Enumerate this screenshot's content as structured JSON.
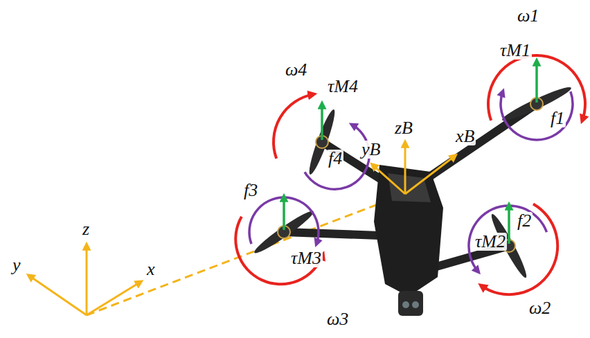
{
  "diagram": {
    "labels": [
      "ω1",
      "τM1",
      "f1",
      "ω4",
      "τM4",
      "zB",
      "xB",
      "yB",
      "f4",
      "f2",
      "τM2",
      "f3",
      "τM3",
      "ω2",
      "z",
      "x",
      "y",
      "ω3"
    ]
  }
}
